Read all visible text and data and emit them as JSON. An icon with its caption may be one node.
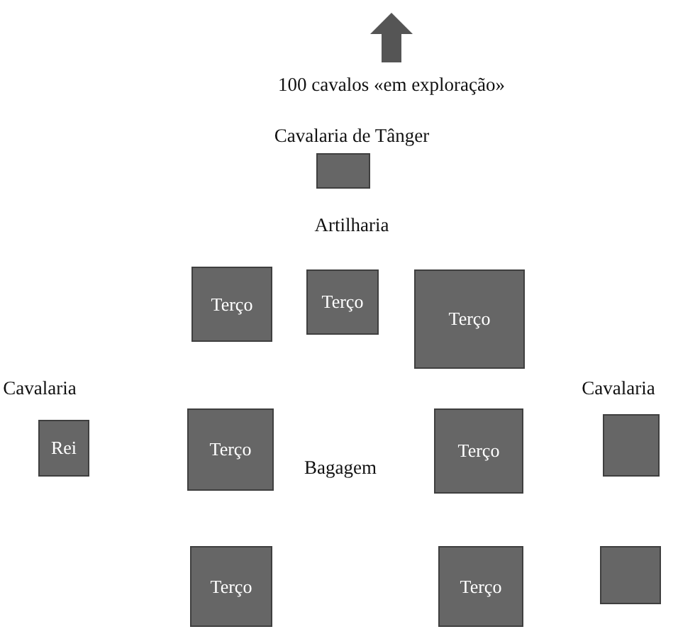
{
  "diagram": {
    "nodes": [
      {
        "text": [],
        "shape": "box",
        "beside": [
          "Cavalaria de Tânger"
        ]
      },
      {
        "text": [
          "Terço"
        ]
      },
      {
        "text": [
          "Terço"
        ]
      },
      {
        "text": [
          "Terço"
        ]
      },
      {
        "text": [
          "Rei"
        ],
        "beside": [
          "Cavalaria"
        ]
      },
      {
        "text": [
          "Terço"
        ]
      },
      {
        "text": [
          "Terço"
        ]
      },
      {
        "text": [],
        "shape": "box",
        "beside": [
          "Cavalaria"
        ]
      },
      {
        "text": [
          "Terço"
        ]
      },
      {
        "text": [
          "Terço"
        ]
      },
      {
        "text": [],
        "shape": "box"
      }
    ],
    "labels": [
      "100 cavalos «em exploração»",
      "Artilharia",
      "Bagagem"
    ]
  }
}
